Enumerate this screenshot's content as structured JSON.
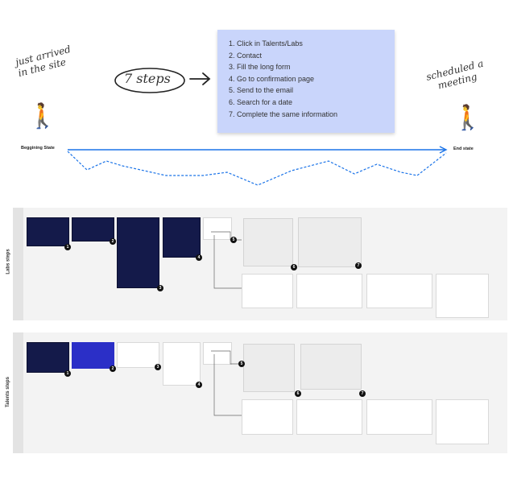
{
  "journey": {
    "start_note": "just arrived\nin the site",
    "steps_bubble": "7 steps",
    "end_note": "scheduled a\nmeeting",
    "start_state": "Beggining State",
    "end_state": "End state",
    "person_glyph": "🚶",
    "steps": [
      "1. Click in Talents/Labs",
      "2. Contact",
      "3. Fill the long form",
      "4. Go to confirmation page",
      "5. Send to the email",
      "6. Search for a date",
      "7. Complete the same information"
    ],
    "arrow_color": "#1a73e8",
    "note_color": "#c9d5fb"
  },
  "flows": [
    {
      "label": "Labs steps",
      "badges": [
        "1",
        "2",
        "3",
        "4",
        "5",
        "6",
        "7"
      ]
    },
    {
      "label": "Talents steps",
      "badges": [
        "1",
        "2",
        "3",
        "4",
        "5",
        "6",
        "7"
      ]
    }
  ]
}
